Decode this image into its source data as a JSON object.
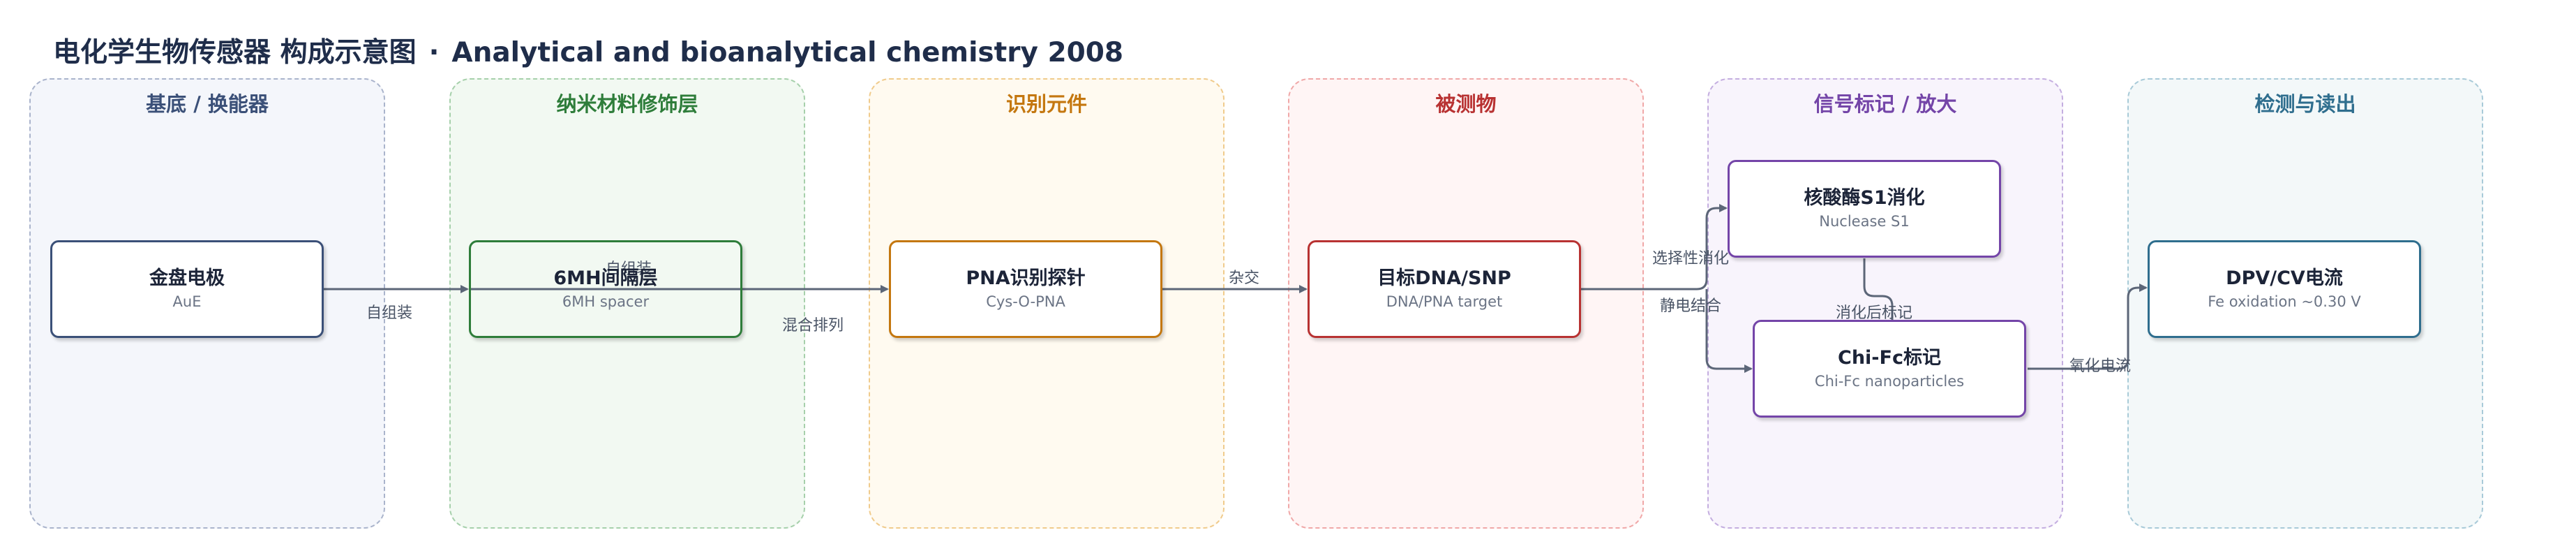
{
  "title": {
    "main": "电化学生物传感器 构成示意图",
    "separator": "·",
    "source": "Analytical and bioanalytical chemistry 2008"
  },
  "lanes": [
    {
      "id": "substrate",
      "label": "基底 / 换能器",
      "title_color": "#3b5078",
      "border_color": "#aab4cc",
      "fill": "#f4f6fb"
    },
    {
      "id": "nano",
      "label": "纳米材料修饰层",
      "title_color": "#2e7d3a",
      "border_color": "#a6d0ab",
      "fill": "#f2f9f2"
    },
    {
      "id": "recognition",
      "label": "识别元件",
      "title_color": "#c4770f",
      "border_color": "#f0cb8c",
      "fill": "#fffaf0"
    },
    {
      "id": "analyte",
      "label": "被测物",
      "title_color": "#b83232",
      "border_color": "#f0a8a8",
      "fill": "#fff5f5"
    },
    {
      "id": "signal",
      "label": "信号标记 / 放大",
      "title_color": "#7445a8",
      "border_color": "#c4aee0",
      "fill": "#f8f4fc"
    },
    {
      "id": "readout",
      "label": "检测与读出",
      "title_color": "#2f6e8e",
      "border_color": "#a8cad8",
      "fill": "#f3f8f9"
    }
  ],
  "nodes": [
    {
      "id": "aue",
      "label": "金盘电极",
      "sub": "AuE",
      "color": "#3b5078"
    },
    {
      "id": "mh",
      "label": "6MH间隔层",
      "sub": "6MH spacer",
      "color": "#2e7d3a"
    },
    {
      "id": "pna",
      "label": "PNA识别探针",
      "sub": "Cys-O-PNA",
      "color": "#c4770f"
    },
    {
      "id": "dna",
      "label": "目标DNA/SNP",
      "sub": "DNA/PNA target",
      "color": "#b83232"
    },
    {
      "id": "s1",
      "label": "核酸酶S1消化",
      "sub": "Nuclease S1",
      "color": "#7445a8"
    },
    {
      "id": "chifc",
      "label": "Chi-Fc标记",
      "sub": "Chi-Fc nanoparticles",
      "color": "#7445a8"
    },
    {
      "id": "dpv",
      "label": "DPV/CV电流",
      "sub": "Fe oxidation ~0.30 V",
      "color": "#2f6e8e"
    }
  ],
  "edges": [
    {
      "label": "自组装"
    },
    {
      "label": "自组装"
    },
    {
      "label": "混合排列"
    },
    {
      "label": "杂交"
    },
    {
      "label": "选择性消化"
    },
    {
      "label": "静电结合"
    },
    {
      "label": "消化后标记"
    },
    {
      "label": "氧化电流"
    }
  ],
  "colors": {
    "edge": "#5c6678",
    "title": "#1f2d4a"
  }
}
